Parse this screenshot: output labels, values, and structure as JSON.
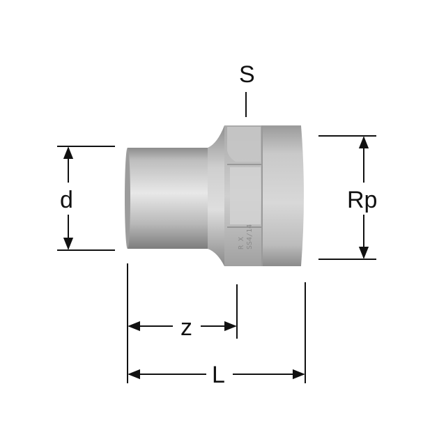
{
  "labels": {
    "s": "S",
    "d": "d",
    "rp": "Rp",
    "z": "z",
    "l": "L"
  },
  "engraving": {
    "line1": "R X",
    "line2": "SS4/14"
  },
  "colors": {
    "ink": "#111111",
    "metal_light": "#e6e6e6",
    "metal_mid": "#c4c4c4",
    "metal_dark": "#8f8f8f",
    "metal_shadow": "#6f6f6f"
  }
}
